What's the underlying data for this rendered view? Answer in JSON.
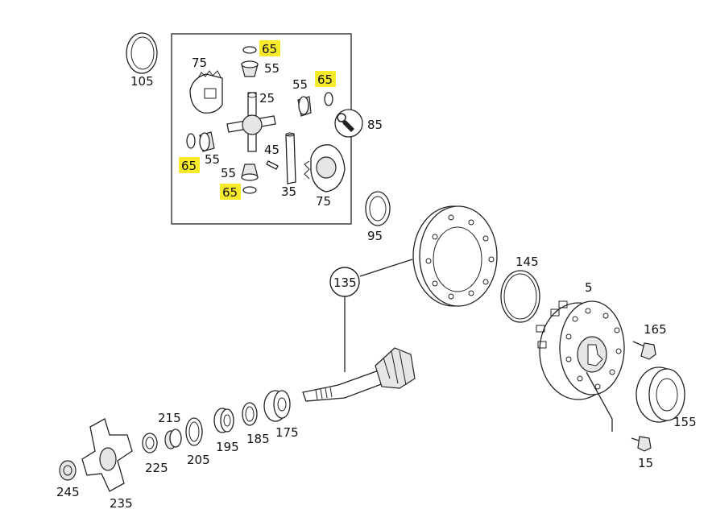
{
  "labels": {
    "p105": "105",
    "p75a": "75",
    "p65a": "65",
    "p55a": "55",
    "p25": "25",
    "p55b": "55",
    "p65b": "65",
    "p85": "85",
    "p55c": "55",
    "p65c": "65",
    "p45": "45",
    "p55d": "55",
    "p65d": "65",
    "p35": "35",
    "p75b": "75",
    "p95": "95",
    "p135": "135",
    "p145": "145",
    "p5": "5",
    "p165": "165",
    "p155": "155",
    "p15": "15",
    "p215": "215",
    "p175": "175",
    "p185": "185",
    "p195": "195",
    "p205": "205",
    "p225": "225",
    "p235": "235",
    "p245": "245"
  },
  "colors": {
    "highlight": "#f7ea2a",
    "line": "#222222",
    "background": "#ffffff"
  },
  "icons": {
    "wrench": "wrench-icon"
  }
}
